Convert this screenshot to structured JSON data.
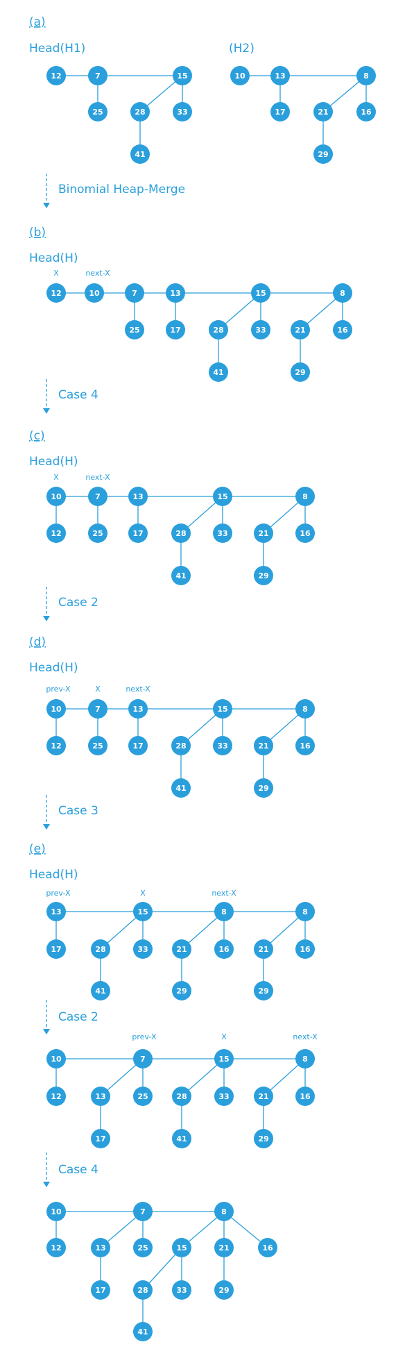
{
  "diagrams": [
    {
      "section": "(a)",
      "heads": [
        {
          "text": "Head(H1)"
        },
        {
          "text": "(H2)"
        }
      ],
      "roots": [
        "12",
        "7",
        "15",
        "10",
        "13",
        "8"
      ],
      "children": [
        "25",
        "28",
        "33",
        "41",
        "17",
        "21",
        "16",
        "29"
      ]
    },
    {
      "case": "Binomial Heap-Merge"
    },
    {
      "section": "(b)",
      "heads": [
        {
          "text": "Head(H)"
        }
      ],
      "pointers": [
        "X",
        "next-X"
      ],
      "roots": [
        "12",
        "10",
        "7",
        "13",
        "15",
        "8"
      ],
      "children": [
        "25",
        "17",
        "28",
        "33",
        "21",
        "16",
        "41",
        "29"
      ]
    },
    {
      "case": "Case 4"
    },
    {
      "section": "(c)",
      "heads": [
        {
          "text": "Head(H)"
        }
      ],
      "pointers": [
        "X",
        "next-X"
      ],
      "roots": [
        "10",
        "7",
        "13",
        "15",
        "8"
      ],
      "children": [
        "12",
        "25",
        "17",
        "28",
        "33",
        "21",
        "16",
        "41",
        "29"
      ]
    },
    {
      "case": "Case 2"
    },
    {
      "section": "(d)",
      "heads": [
        {
          "text": "Head(H)"
        }
      ],
      "pointers": [
        "prev-X",
        "X",
        "next-X"
      ],
      "roots": [
        "10",
        "7",
        "13",
        "15",
        "8"
      ],
      "children": [
        "12",
        "25",
        "17",
        "28",
        "33",
        "21",
        "16",
        "41",
        "29"
      ]
    },
    {
      "case": "Case 3"
    },
    {
      "section": "(e)",
      "heads": [
        {
          "text": "Head(H)"
        }
      ],
      "pointers": [
        "prev-X",
        "X",
        "next-X"
      ],
      "roots": [
        "13",
        "15",
        "8",
        "8"
      ],
      "children": [
        "17",
        "28",
        "33",
        "21",
        "16",
        "21",
        "16",
        "41",
        "29",
        "29"
      ]
    },
    {
      "case": "Case 2"
    },
    {
      "pointers": [
        "prev-X",
        "X",
        "next-X"
      ],
      "roots": [
        "10",
        "7",
        "15",
        "8"
      ],
      "children": [
        "12",
        "13",
        "25",
        "28",
        "33",
        "21",
        "16",
        "17",
        "41",
        "29"
      ]
    },
    {
      "case": "Case 4"
    },
    {
      "roots": [
        "10",
        "7",
        "8"
      ],
      "children": [
        "12",
        "13",
        "25",
        "15",
        "21",
        "16",
        "17",
        "28",
        "33",
        "29",
        "41"
      ]
    }
  ]
}
